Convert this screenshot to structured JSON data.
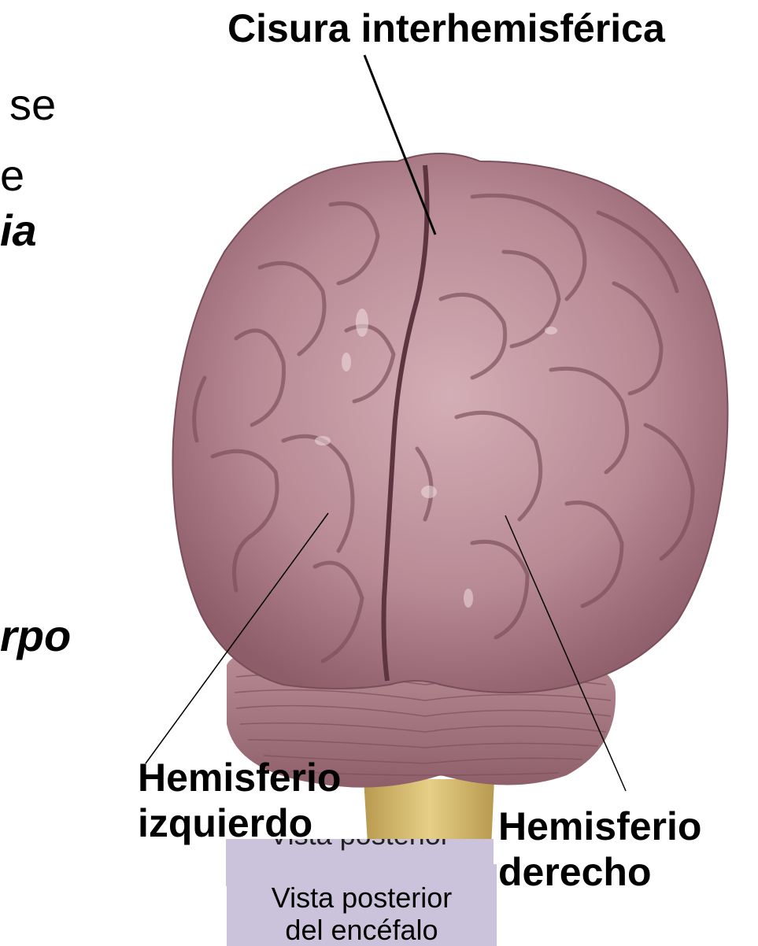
{
  "left_fragments": {
    "line1": "se",
    "line2": "e",
    "line3": "ia",
    "line4": "rpo"
  },
  "labels": {
    "title": "Cisura interhemisférica",
    "left_hemisphere": [
      "Hemisferio",
      "izquierdo"
    ],
    "right_hemisphere": [
      "Hemisferio",
      "derecho"
    ]
  },
  "caption": {
    "back_text": "Vista posterior",
    "line1": "Vista posterior",
    "line2": "del encéfalo"
  },
  "colors": {
    "brain_base": "#b88a95",
    "brain_shadow": "#7a4e5a",
    "brain_highlight": "#e6cfd3",
    "cerebellum": "#a77a82",
    "brainstem": "#d9bd73",
    "caption_bg": "#cbc3db"
  }
}
